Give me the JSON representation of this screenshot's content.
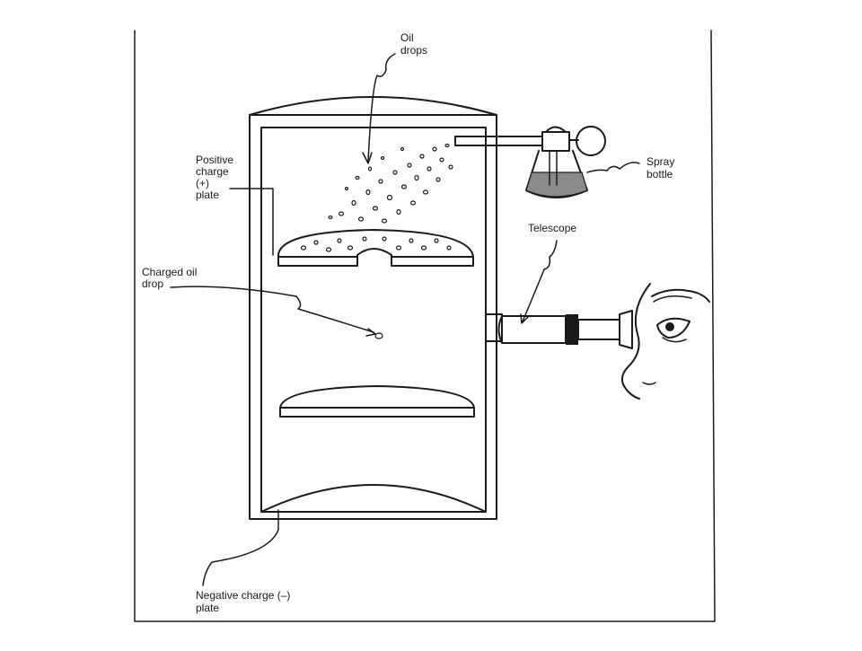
{
  "diagram": {
    "labels": {
      "oil_drops": [
        "Oil",
        "drops"
      ],
      "spray_bottle": [
        "Spray",
        "bottle"
      ],
      "telescope": "Telescope",
      "positive_plate": [
        "Positive",
        "charge",
        "(+)",
        "plate"
      ],
      "charged_oil_drop": [
        "Charged oil",
        "drop"
      ],
      "negative_plate": [
        "Negative charge (–)",
        "plate"
      ]
    }
  }
}
